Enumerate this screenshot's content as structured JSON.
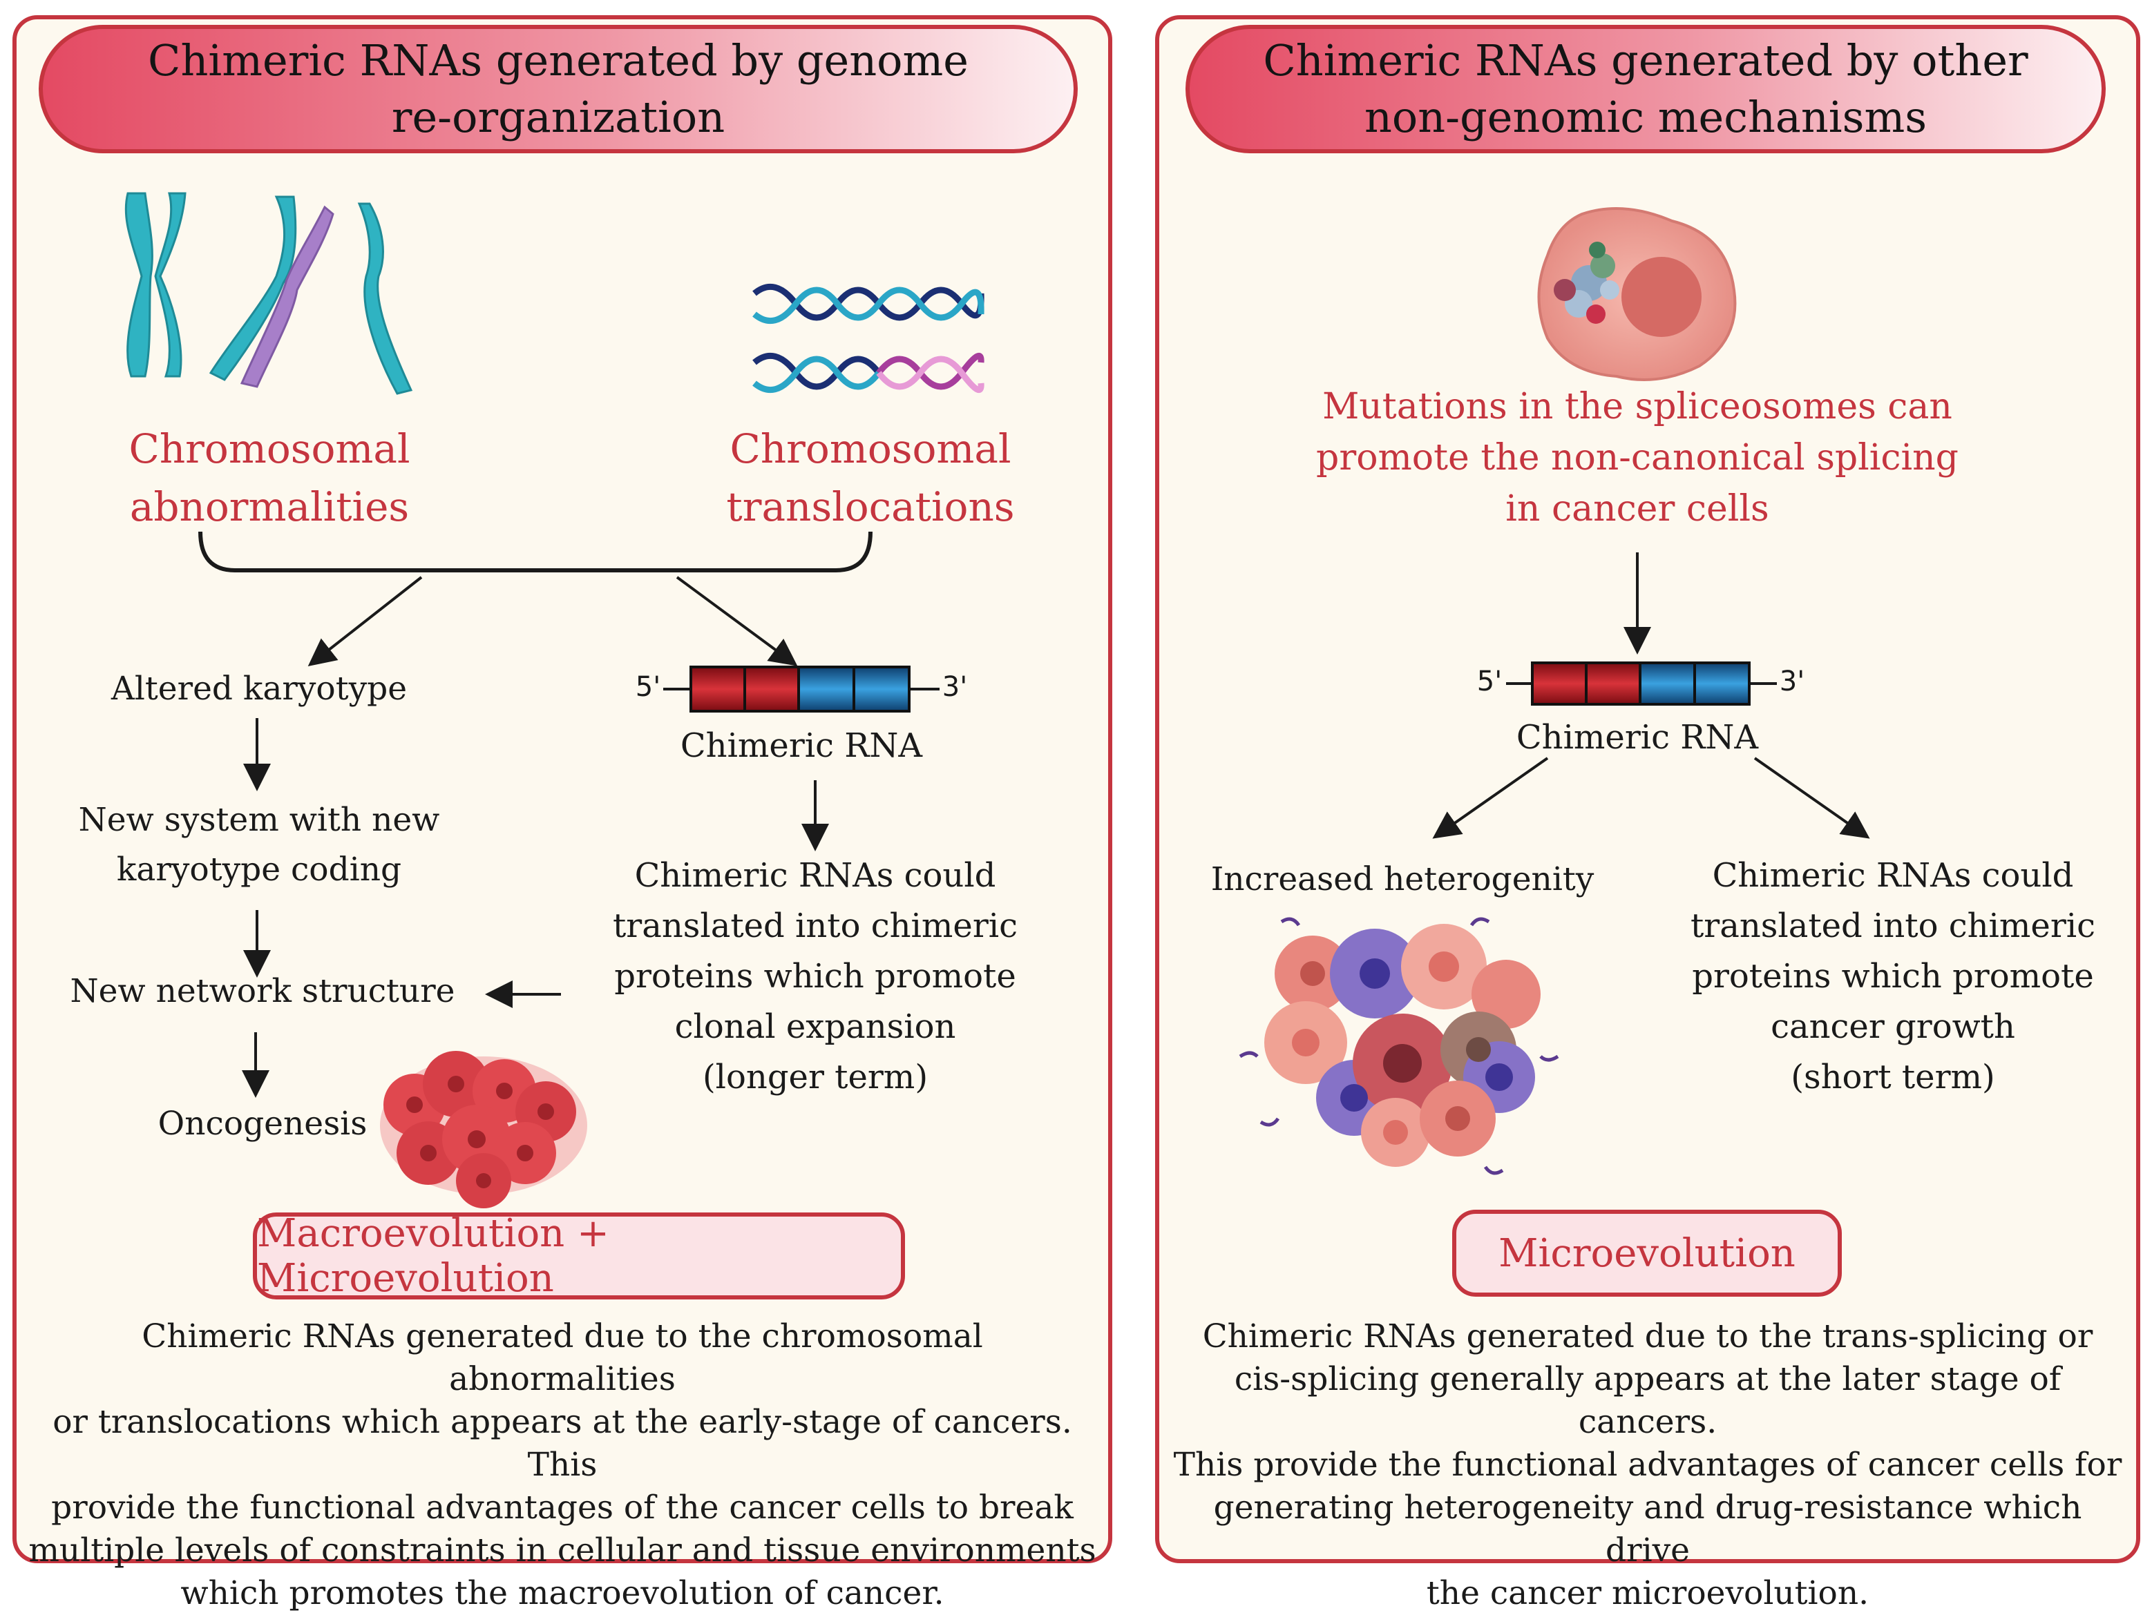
{
  "left": {
    "title_line1": "Chimeric RNAs generated by genome",
    "title_line2": "re-organization",
    "label_abnormalities_1": "Chromosomal",
    "label_abnormalities_2": "abnormalities",
    "label_translocations_1": "Chromosomal",
    "label_translocations_2": "translocations",
    "step_altered": "Altered karyotype",
    "step_new_system_1": "New system with new",
    "step_new_system_2": "karyotype coding",
    "step_network": "New network structure",
    "step_oncogenesis": "Oncogenesis",
    "rna_5": "5'",
    "rna_3": "3'",
    "rna_label": "Chimeric RNA",
    "translate_1": "Chimeric RNAs could",
    "translate_2": "translated into chimeric",
    "translate_3": "proteins which promote",
    "translate_4": "clonal expansion",
    "translate_5": "(longer term)",
    "evolution": "Macroevolution + Microevolution",
    "summary_1": "Chimeric RNAs generated due to the chromosomal abnormalities",
    "summary_2": "or translocations which appears at the early-stage of cancers. This",
    "summary_3": "provide the functional advantages of the cancer cells to break",
    "summary_4": "multiple levels of constraints in cellular and tissue environments",
    "summary_5": "which promotes the macroevolution of cancer."
  },
  "right": {
    "title_line1": "Chimeric RNAs generated by other",
    "title_line2": "non-genomic mechanisms",
    "mutation_1": "Mutations in the spliceosomes can",
    "mutation_2": "promote the non-canonical splicing",
    "mutation_3": "in cancer cells",
    "rna_5": "5'",
    "rna_3": "3'",
    "rna_label": "Chimeric RNA",
    "heterogeneity": "Increased heterogenity",
    "translate_1": "Chimeric RNAs could",
    "translate_2": "translated into chimeric",
    "translate_3": "proteins which promote",
    "translate_4": "cancer growth",
    "translate_5": "(short term)",
    "evolution": "Microevolution",
    "summary_1": "Chimeric RNAs generated due to the trans-splicing or",
    "summary_2": "cis-splicing generally appears at the later stage of cancers.",
    "summary_3": "This provide the functional advantages of cancer cells for",
    "summary_4": "generating heterogeneity and drug-resistance which drive",
    "summary_5": "the cancer microevolution."
  },
  "colors": {
    "accent_red": "#c5353f",
    "panel_bg": "#fdf9ef",
    "chromosome_teal": "#2fb3c2",
    "chromosome_purple": "#a77fc9",
    "rna_red": "#c92a2a",
    "rna_blue": "#2a8ccf"
  }
}
